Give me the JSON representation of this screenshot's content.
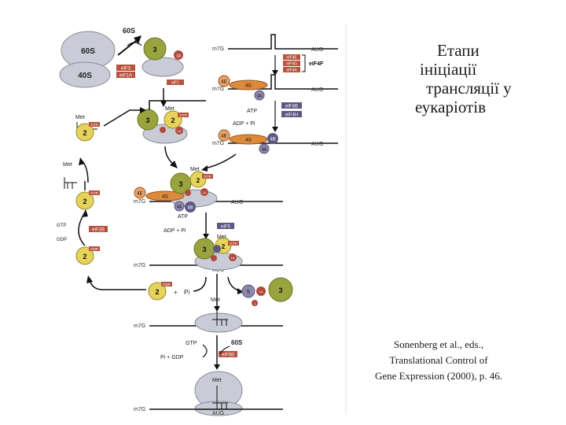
{
  "title_lines": [
    "Етапи",
    "ініціації",
    "трансляції у",
    "еукаріотів"
  ],
  "citation_lines": [
    "Sonenberg et al., eds.,",
    "Translational Control of",
    "Gene Expression (2000), p. 46."
  ],
  "labels": {
    "s60": "60S",
    "s40": "40S",
    "s60_top": "60S",
    "f3": "3",
    "f1a": "1A",
    "eif3": "eIF3",
    "eif1a": "eIF1A",
    "eif1": "eIF1",
    "m7g": "m7G",
    "aug": "AUG",
    "eif4e": "eIF4E",
    "eif4g": "eIF4G",
    "eif4a": "eIF4A",
    "eif4f": "eIF4F",
    "f4e": "4E",
    "f4g": "4G",
    "f4a": "4A",
    "f4b": "4B",
    "atp": "ATP",
    "adp_pi": "ADP + Pi",
    "eif4b": "eIF4B",
    "eif4h": "eIF4H",
    "met": "Met",
    "f2": "2",
    "gtp": "GTP",
    "f1": "1",
    "f5": "5",
    "eif2b": "eIF2B",
    "eif5": "eIF5",
    "pi": "Pi",
    "plus": "+",
    "gdp": "GDP",
    "pi_gdp": "Pi + GDP",
    "eif5b": "eIF5B"
  },
  "colors": {
    "ribosome": "#c9cbd6",
    "ribosome_edge": "#8a8c99",
    "eif3": "#9aa43f",
    "eif2": "#e6d35c",
    "eif4e": "#e9a165",
    "eif4g": "#dd8a3c",
    "eif4a": "#8b86a8",
    "eif4b": "#5e5784",
    "eif1": "#b04a3c",
    "eif5": "#8e88a8",
    "label_box": "#b6523d"
  }
}
